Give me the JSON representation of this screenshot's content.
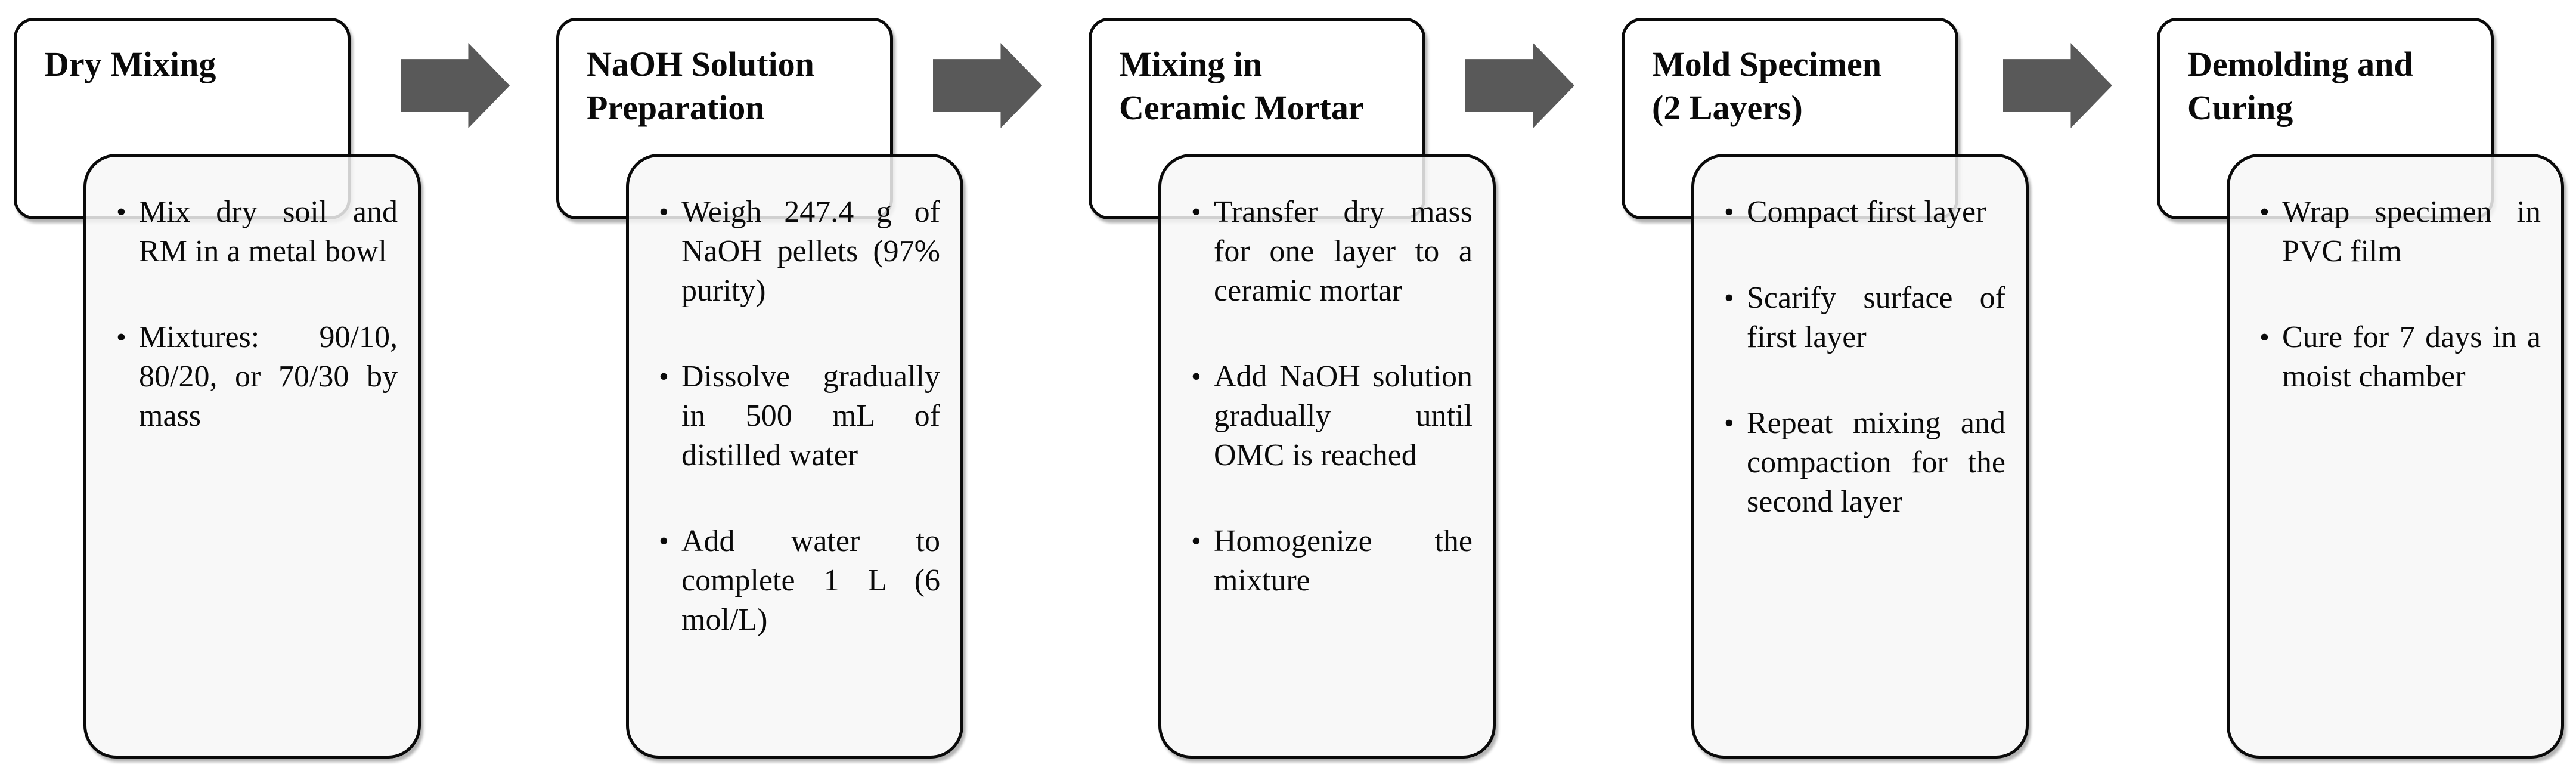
{
  "diagram": {
    "type": "process-flowchart",
    "arrow_color": "#595959",
    "box_border_color": "#0a0a0a",
    "body_fill_color": "#f7f7f7",
    "steps": [
      {
        "title": "Dry Mixing",
        "bullets": [
          "Mix dry soil and RM in a metal bowl",
          "Mixtures: 90/10, 80/20, or 70/30 by mass"
        ]
      },
      {
        "title": "NaOH Solution\nPreparation",
        "bullets": [
          "Weigh 247.4 g of NaOH pellets (97% purity)",
          "Dissolve gradually in 500 mL of distilled water",
          "Add water to complete 1 L (6 mol/L)"
        ]
      },
      {
        "title": "Mixing in\nCeramic Mortar",
        "bullets": [
          "Transfer dry mass for one layer to a ceramic mortar",
          "Add NaOH solution gradually until OMC is reached",
          "Homogenize the mixture"
        ]
      },
      {
        "title": "Mold Specimen\n(2 Layers)",
        "bullets": [
          "Compact first layer",
          "Scarify  surface of first layer",
          "Repeat mixing and compaction for the second layer"
        ]
      },
      {
        "title": "Demolding and\nCuring",
        "bullets": [
          "Wrap specimen in PVC film",
          "Cure for 7 days in a moist chamber"
        ]
      }
    ]
  }
}
